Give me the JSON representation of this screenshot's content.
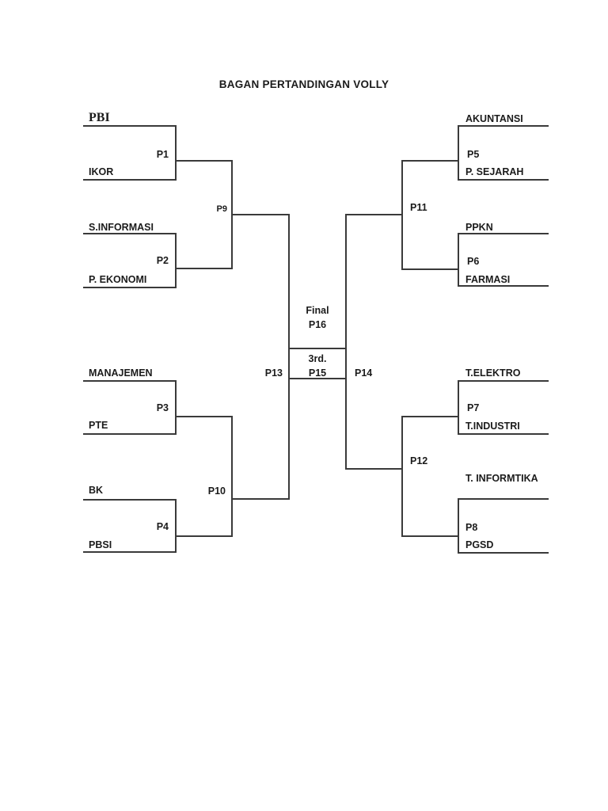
{
  "title": "BAGAN PERTANDINGAN VOLLY",
  "bracket": {
    "type": "double-sided single elimination, 16 teams, with final and 3rd place match in center",
    "left": {
      "teams": [
        "PBI",
        "IKOR",
        "S.INFORMASI",
        "P. EKONOMI",
        "MANAJEMEN",
        "PTE",
        "BK",
        "PBSI"
      ],
      "round1_matches": [
        "P1",
        "P2",
        "P3",
        "P4"
      ],
      "round2_matches": [
        "P9",
        "P10"
      ],
      "semifinal_match": "P13"
    },
    "right": {
      "teams": [
        "AKUNTANSI",
        "P. SEJARAH",
        "PPKN",
        "FARMASI",
        "T.ELEKTRO",
        "T.INDUSTRI",
        "T. INFORMTIKA",
        "PGSD"
      ],
      "round1_matches": [
        "P5",
        "P6",
        "P7",
        "P8"
      ],
      "round2_matches": [
        "P11",
        "P12"
      ],
      "semifinal_match": "P14"
    },
    "center": {
      "final_label": "Final",
      "final_code": "P16",
      "third_label": "3rd.",
      "third_code": "P15"
    }
  },
  "colors": {
    "background": "#ffffff",
    "line": "#3a3a3a",
    "text": "#1b1b1b"
  }
}
